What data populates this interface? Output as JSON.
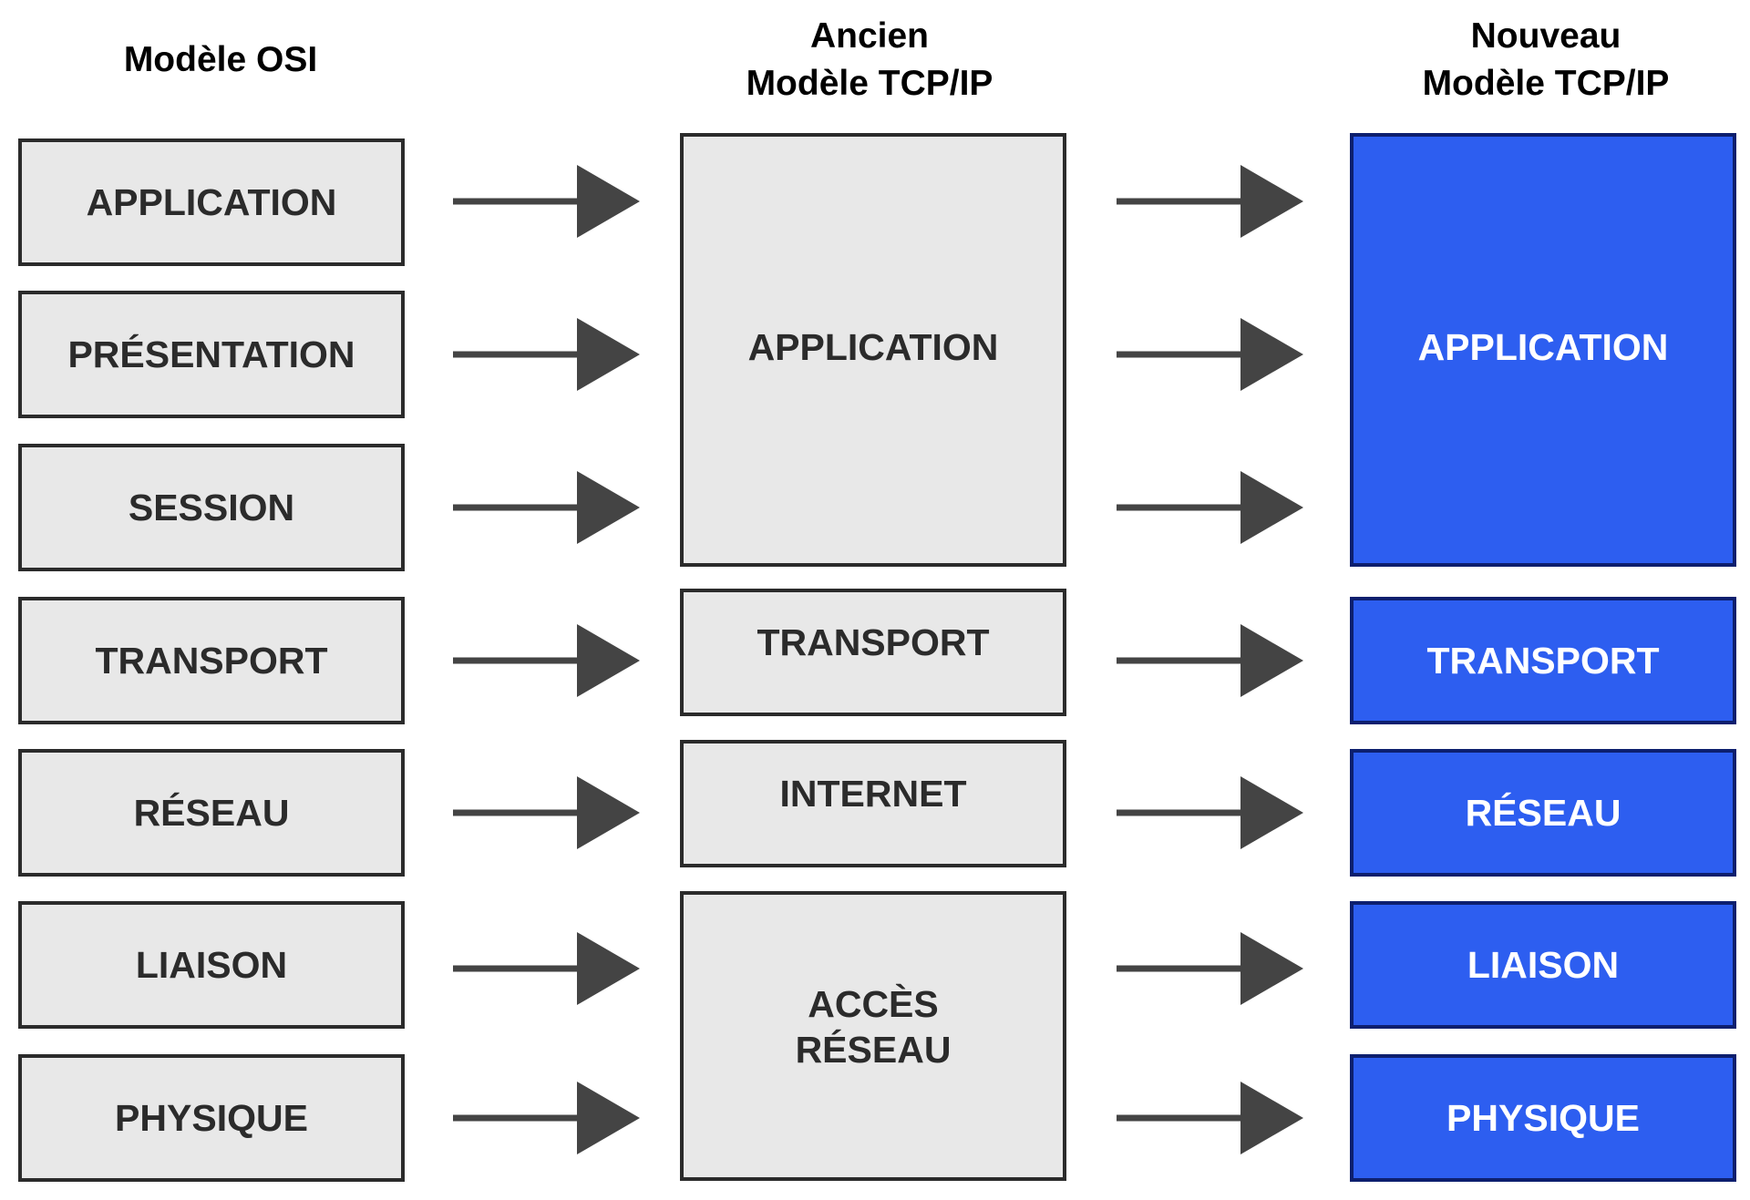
{
  "columns": {
    "osi": {
      "title_lines": [
        "Modèle OSI"
      ],
      "layers": [
        "APPLICATION",
        "PRÉSENTATION",
        "SESSION",
        "TRANSPORT",
        "RÉSEAU",
        "LIAISON",
        "PHYSIQUE"
      ]
    },
    "old_tcpip": {
      "title_lines": [
        "Ancien",
        "Modèle TCP/IP"
      ],
      "layers": [
        "APPLICATION",
        "TRANSPORT",
        "INTERNET",
        "ACCÈS\nRÉSEAU"
      ]
    },
    "new_tcpip": {
      "title_lines": [
        "Nouveau",
        "Modèle TCP/IP"
      ],
      "layers": [
        "APPLICATION",
        "TRANSPORT",
        "RÉSEAU",
        "LIAISON",
        "PHYSIQUE"
      ]
    }
  },
  "colors": {
    "grey_fill": "#e8e8e8",
    "grey_text": "#2b2b2b",
    "blue_fill": "#2d5ef0",
    "blue_text": "#ffffff",
    "arrow": "#444444"
  },
  "arrow_count_per_gap": 7
}
